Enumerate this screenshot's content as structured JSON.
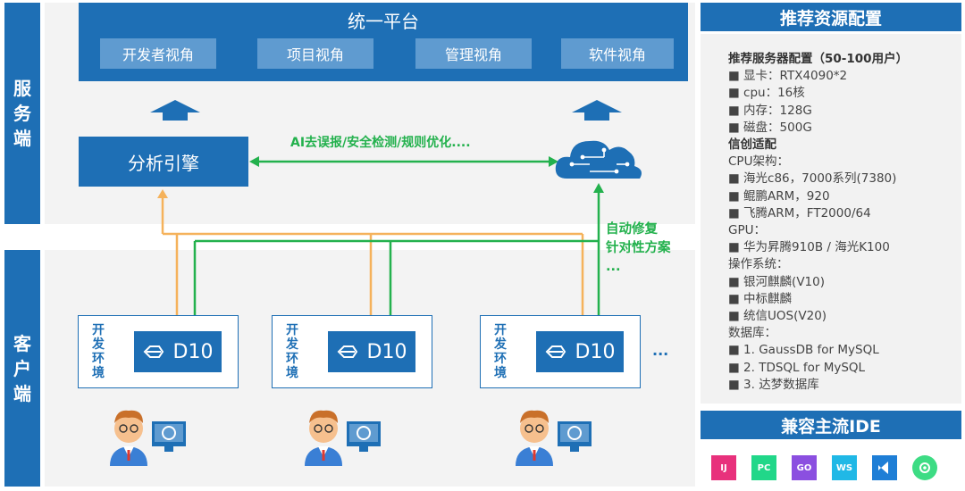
{
  "sidebar": {
    "server_label": "服务端",
    "client_label": "客户端"
  },
  "platform": {
    "title": "统一平台",
    "views": [
      "开发者视角",
      "项目视角",
      "管理视角",
      "软件视角"
    ]
  },
  "engine": {
    "label": "分析引擎",
    "ai_text": "AI去误报/安全检测/规则优化...."
  },
  "repair": {
    "line1": "自动修复",
    "line2": "针对性方案",
    "line3": "..."
  },
  "clients": {
    "env_label": "开发环境",
    "product": "D10",
    "more": "..."
  },
  "resources": {
    "title": "推荐资源配置",
    "lines": [
      {
        "text": "推荐服务器配置（50-100用户）",
        "heading": true
      },
      {
        "text": "■ 显卡：RTX4090*2",
        "heading": false
      },
      {
        "text": "■ cpu：16核",
        "heading": false
      },
      {
        "text": "■ 内存：128G",
        "heading": false
      },
      {
        "text": "■ 磁盘：500G",
        "heading": false
      },
      {
        "text": "信创适配",
        "heading": true
      },
      {
        "text": "CPU架构：",
        "heading": false
      },
      {
        "text": "■ 海光c86，7000系列(7380)",
        "heading": false
      },
      {
        "text": "■ 鲲鹏ARM，920",
        "heading": false
      },
      {
        "text": "■ 飞腾ARM，FT2000/64",
        "heading": false
      },
      {
        "text": "GPU：",
        "heading": false
      },
      {
        "text": "■ 华为昇腾910B / 海光K100",
        "heading": false
      },
      {
        "text": "操作系统：",
        "heading": false
      },
      {
        "text": "■ 银河麒麟(V10)",
        "heading": false
      },
      {
        "text": "■ 中标麒麟",
        "heading": false
      },
      {
        "text": "■ 统信UOS(V20)",
        "heading": false
      },
      {
        "text": "数据库：",
        "heading": false
      },
      {
        "text": "■ 1. GaussDB for MySQL",
        "heading": false
      },
      {
        "text": "■ 2. TDSQL for MySQL",
        "heading": false
      },
      {
        "text": "■ 3. 达梦数据库",
        "heading": false
      }
    ]
  },
  "ide": {
    "title": "兼容主流IDE",
    "items": [
      {
        "name": "intellij-icon",
        "label": "IJ",
        "color": "#e8317c"
      },
      {
        "name": "pycharm-icon",
        "label": "PC",
        "color": "#21d789"
      },
      {
        "name": "goland-icon",
        "label": "GO",
        "color": "#8b4fe0"
      },
      {
        "name": "webstorm-icon",
        "label": "WS",
        "color": "#20b8e6"
      },
      {
        "name": "vscode-icon",
        "label": "",
        "color": "#1e7ed6"
      },
      {
        "name": "android-studio-icon",
        "label": "",
        "color": "#3ddc84"
      }
    ]
  },
  "colors": {
    "primary_blue": "#1e6fb5",
    "light_blue": "#5f9bd0",
    "green": "#23b14d",
    "orange": "#f5b25b"
  }
}
